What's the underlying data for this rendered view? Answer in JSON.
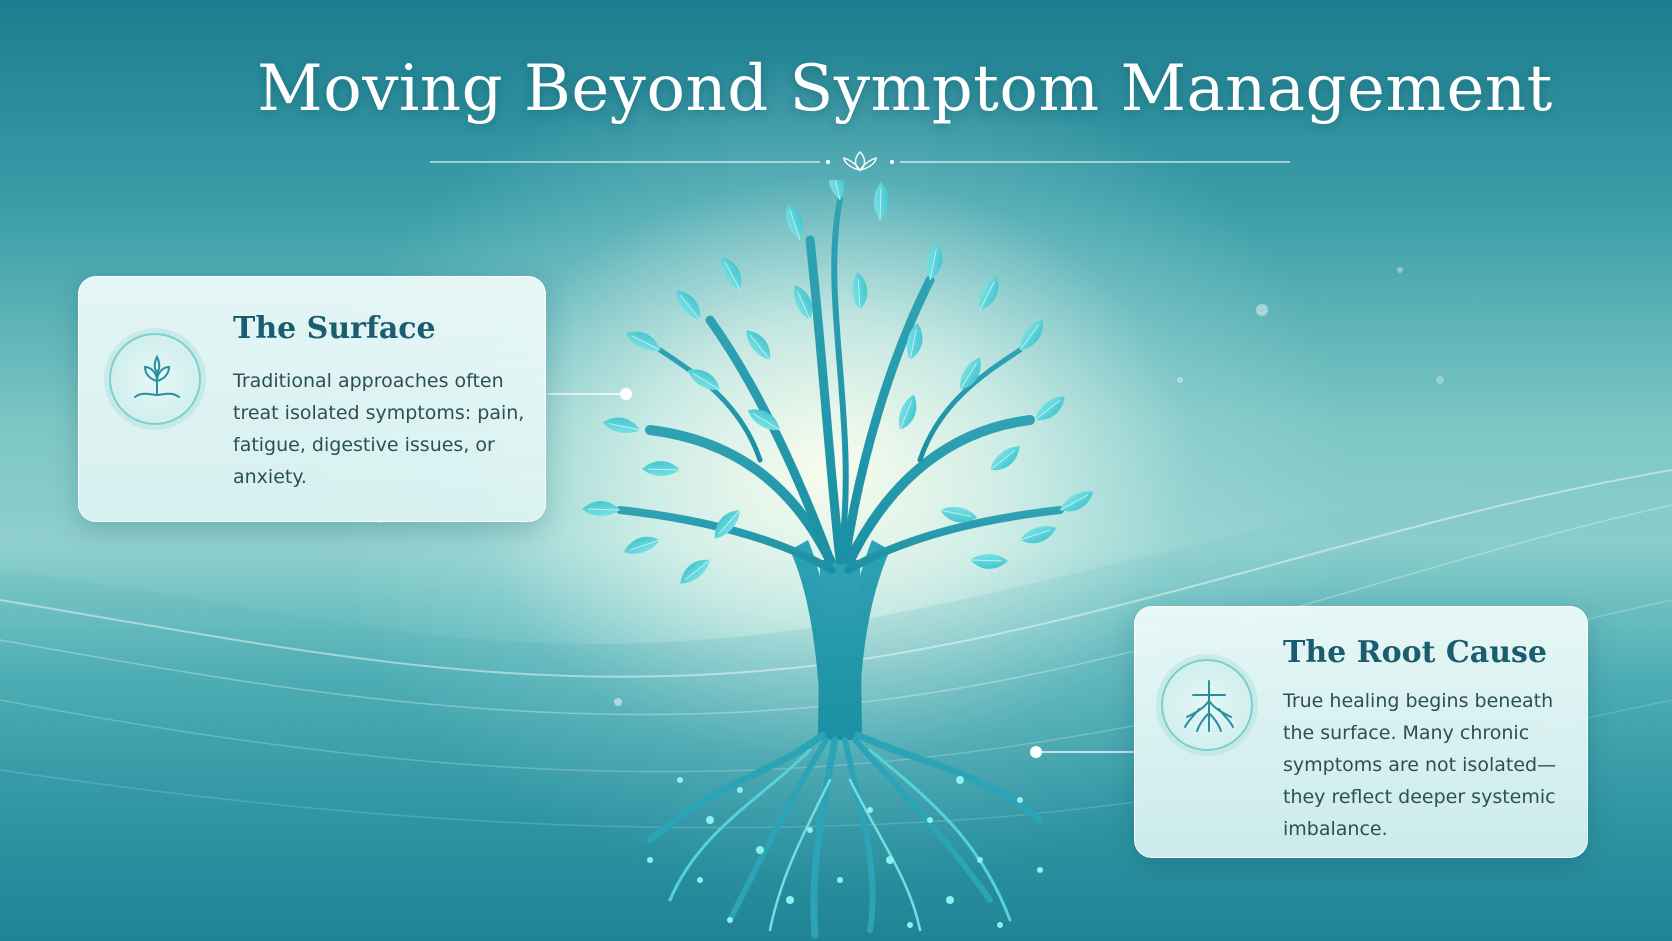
{
  "title": "Moving Beyond Symptom Management",
  "colors": {
    "accent_teal": "#3fbcc8",
    "title_dark": "#1a5d6e",
    "body_text": "#2b4f58"
  },
  "cards": {
    "surface": {
      "title": "The Surface",
      "text": "Traditional approaches often treat isolated symptoms: pain, fatigue, digestive issues, or anxiety.",
      "icon": "sprout-icon"
    },
    "root": {
      "title": "The Root Cause",
      "text": "True healing begins beneath the surface. Many chronic symptoms are not isolated—they reflect deeper systemic imbalance.",
      "icon": "roots-icon"
    }
  },
  "illustration": {
    "icon": "tree-icon",
    "divider_icon": "lotus-icon"
  }
}
